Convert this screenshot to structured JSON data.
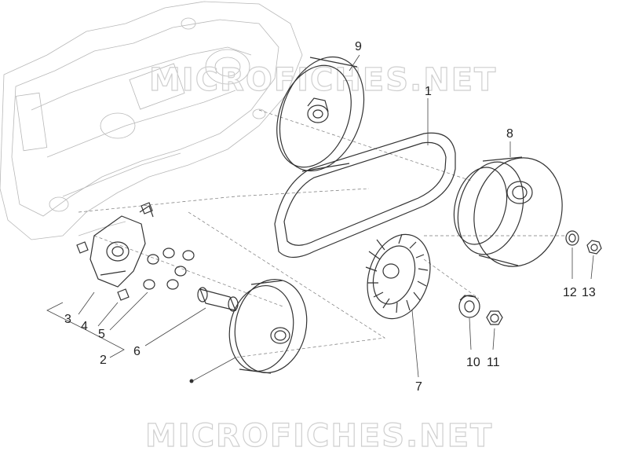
{
  "diagram": {
    "watermark_top": "MICROFICHES.NET",
    "watermark_bottom": "MICROFICHES.NET",
    "callouts": {
      "c1": "1",
      "c2": "2",
      "c3": "3",
      "c4": "4",
      "c5": "5",
      "c6": "6",
      "c7": "7",
      "c8": "8",
      "c9": "9",
      "c10": "10",
      "c11": "11",
      "c12": "12",
      "c13": "13"
    }
  }
}
